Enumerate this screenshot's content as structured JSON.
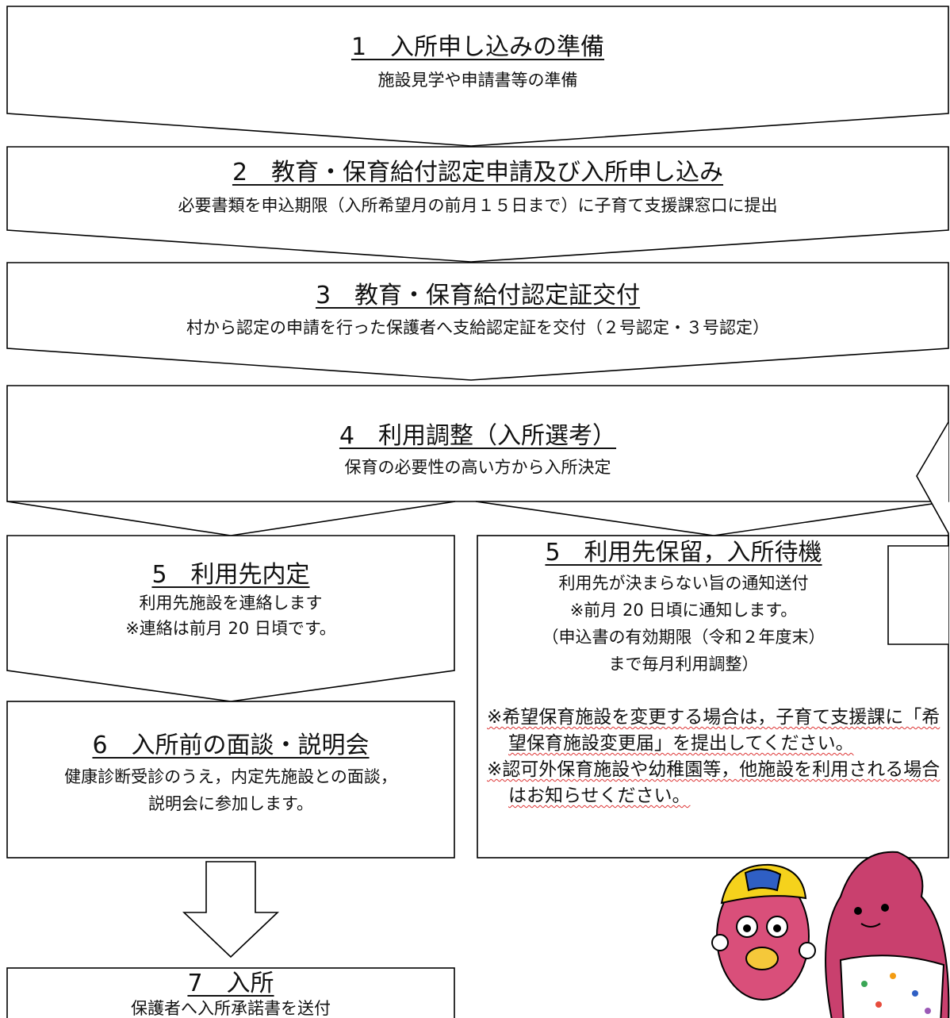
{
  "steps": [
    {
      "title": "1　入所申し込みの準備",
      "lines": [
        "施設見学や申請書等の準備"
      ]
    },
    {
      "title": "2　教育・保育給付認定申請及び入所申し込み",
      "lines": [
        "必要書類を申込期限（入所希望月の前月１５日まで）に子育て支援課窓口に提出"
      ]
    },
    {
      "title": "3　教育・保育給付認定証交付",
      "lines": [
        "村から認定の申請を行った保護者へ支給認定証を交付（２号認定・３号認定）"
      ]
    },
    {
      "title": "4　利用調整（入所選考）",
      "lines": [
        "保育の必要性の高い方から入所決定"
      ]
    },
    {
      "title": "5　利用先内定",
      "lines": [
        "利用先施設を連絡します",
        "※連絡は前月 20 日頃です。"
      ]
    },
    {
      "title": "5　利用先保留，入所待機",
      "lines": [
        "利用先が決まらない旨の通知送付",
        "※前月 20 日頃に通知します。",
        "（申込書の有効期限（令和２年度末）",
        "まで毎月利用調整）"
      ]
    },
    {
      "title": "6　入所前の面談・説明会",
      "lines": [
        "健康診断受診のうえ，内定先施設との面談，",
        "説明会に参加します。"
      ]
    },
    {
      "title": "7　入所",
      "lines": [
        "保護者へ入所承諾書を送付"
      ]
    }
  ],
  "notes": [
    "※希望保育施設を変更する場合は，子育て支援課に「希望保育施設変更届」を提出してください。",
    "※認可外保育施設や幼稚園等，他施設を利用される場合はお知らせください。"
  ],
  "colors": {
    "border": "#000000",
    "text": "#111111",
    "spellcheck_underline": "#d33333",
    "mascot_pink": "#d94f7a",
    "mascot_cap_yellow": "#f5d21c",
    "mascot_cap_blue": "#2f5fc4"
  },
  "icons": [
    "down-arrow-icon",
    "return-arrow-icon",
    "mascot-illustration"
  ]
}
